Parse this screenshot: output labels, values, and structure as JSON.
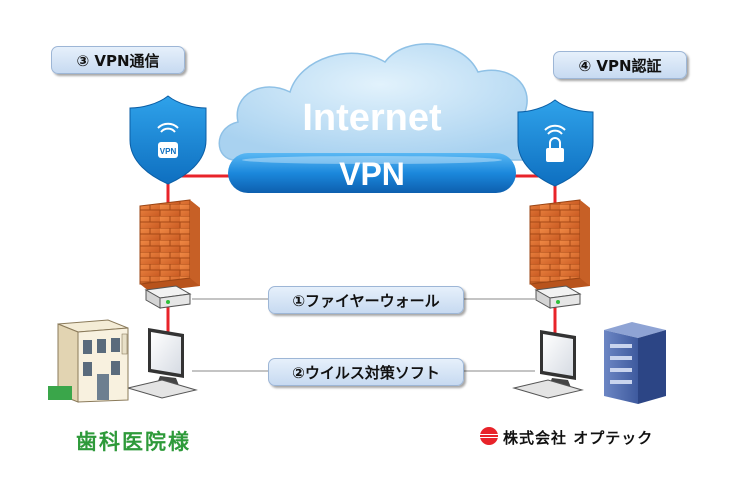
{
  "labels": {
    "vpn_comm": "③ VPN通信",
    "vpn_auth": "④ VPN認証",
    "firewall": "①ファイヤーウォール",
    "antivirus": "②ウイルス対策ソフト"
  },
  "cloud": {
    "internet": "Internet",
    "vpn": "VPN"
  },
  "shield_badge": "VPN",
  "clinic": {
    "name": "歯科医院様"
  },
  "company": {
    "name": "株式会社 オプテック"
  },
  "colors": {
    "link_red": "#e8232a",
    "cloud_fill": "#b9dcf3",
    "vpn_tube": "#1e90e0",
    "shield": "#1a8ad8",
    "brick": "#e07030",
    "clinic_green": "#2e9a3a",
    "server": "#3a5aa0"
  },
  "icons": [
    "shield-lock-icon",
    "wifi-icon",
    "brick-firewall-icon",
    "router-icon",
    "monitor-icon",
    "keyboard-icon",
    "clinic-building-icon",
    "server-tower-icon",
    "company-logo-icon"
  ]
}
